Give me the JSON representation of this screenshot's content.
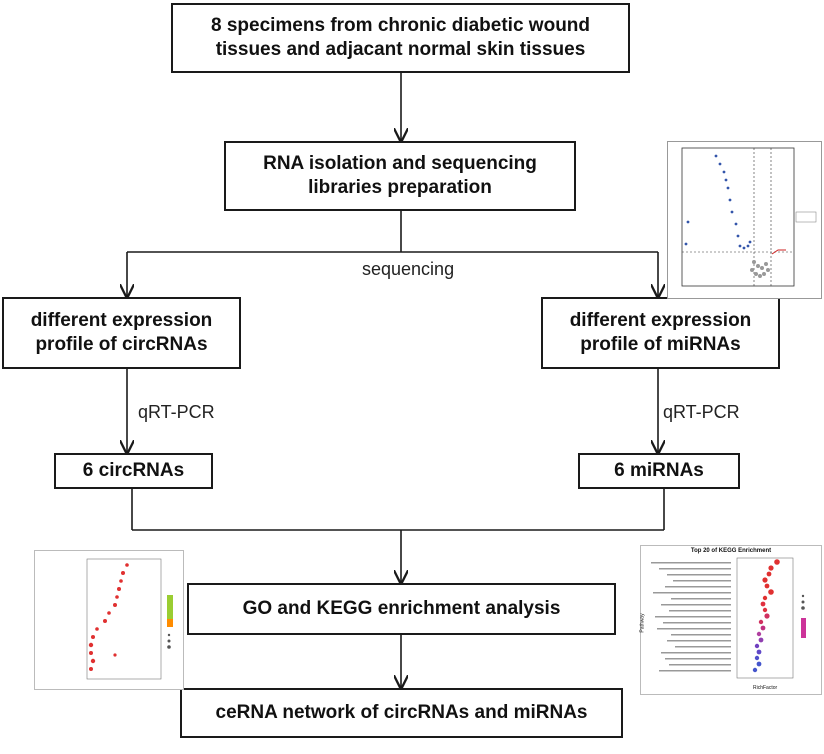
{
  "flow": {
    "step1": "8 specimens from chronic diabetic wound tissues and adjacant normal skin tissues",
    "step2": "RNA isolation and sequencing libraries preparation",
    "edge_sequencing": "sequencing",
    "circ_profile": "different expression profile of circRNAs",
    "mi_profile": "different expression profile of miRNAs",
    "edge_qrt_left": "qRT-PCR",
    "edge_qrt_right": "qRT-PCR",
    "circ_result": "6 circRNAs",
    "mi_result": "6 miRNAs",
    "enrichment": "GO and KEGG enrichment analysis",
    "cerna": "ceRNA network of circRNAs and miRNAs"
  },
  "thumbnails": {
    "kegg_title": "Top 20 of KEGG Enrichment",
    "kegg_ylabel": "Pathway",
    "kegg_xlabel": "RichFactor"
  },
  "colors": {
    "stroke": "#1a1a1a",
    "volcano_points": "#3355aa",
    "dot_red": "#e03030",
    "dot_blue": "#4455cc"
  }
}
